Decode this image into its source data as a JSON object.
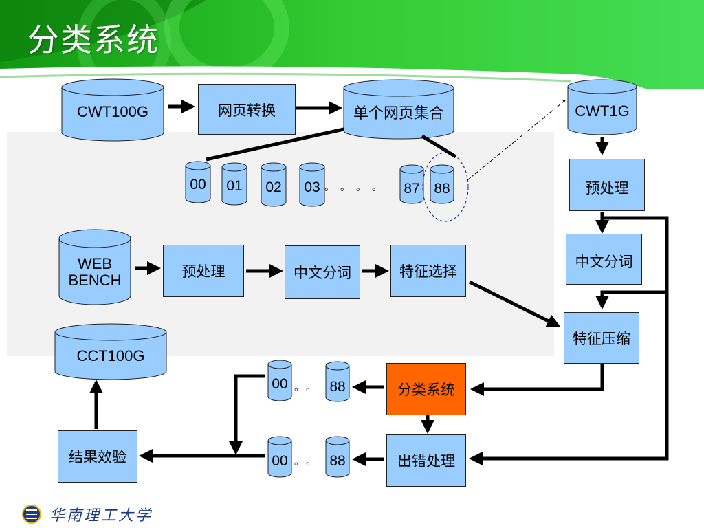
{
  "title": "分类系统",
  "cylinders": {
    "cwt100g": "CWT100G",
    "single_page_set": "单个网页集合",
    "cwt1g": "CWT1G",
    "webbench": "WEB BENCH",
    "cct100g": "CCT100G",
    "shards": [
      "00",
      "01",
      "02",
      "03",
      "87",
      "88"
    ],
    "shard_dots": "。。。。",
    "class_out_first": "00",
    "class_out_last": "88",
    "class_out_dots": "。。",
    "err_out_first": "00",
    "err_out_last": "88",
    "err_out_dots": "。。"
  },
  "boxes": {
    "page_convert": "网页转换",
    "preprocess_right": "预处理",
    "segment_right": "中文分词",
    "preprocess_left": "预处理",
    "segment_left": "中文分词",
    "feature_select": "特征选择",
    "feature_compress": "特征压缩",
    "classify_system": "分类系统",
    "error_handling": "出错处理",
    "result_check": "结果效验"
  },
  "footer": {
    "logo_text": "华南理工大学"
  },
  "colors": {
    "header_green": "#33cc33",
    "box_fill": "#99ccff",
    "highlight": "#ff6600",
    "ellipse_dash": "#3333aa"
  },
  "icons": [
    "university-logo-icon"
  ]
}
